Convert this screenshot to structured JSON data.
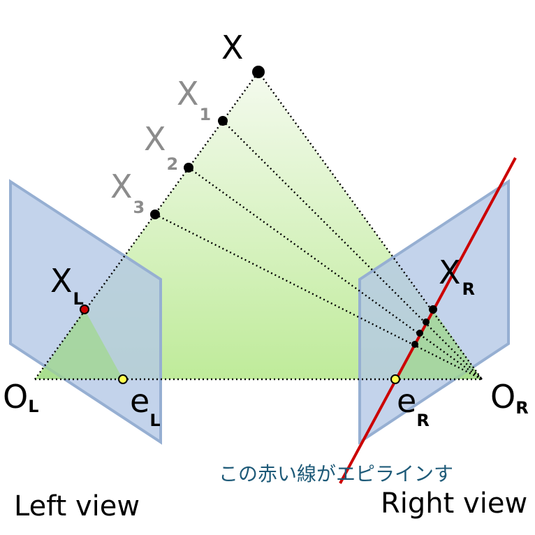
{
  "labels": {
    "X": "X",
    "X1": {
      "main": "X",
      "sub": "1"
    },
    "X2": {
      "main": "X",
      "sub": "2"
    },
    "X3": {
      "main": "X",
      "sub": "3"
    },
    "XL": {
      "main": "X",
      "sub": "L"
    },
    "XR": {
      "main": "X",
      "sub": "R"
    },
    "OL": {
      "main": "O",
      "sub": "L"
    },
    "OR": {
      "main": "O",
      "sub": "R"
    },
    "eL": {
      "main": "e",
      "sub": "L"
    },
    "eR": {
      "main": "e",
      "sub": "R"
    }
  },
  "captions": {
    "left_view": "Left view",
    "right_view": "Right view",
    "epipolar_note": "この赤い線がエピラインす"
  },
  "colors": {
    "plane_fill": "#b4c8e6",
    "plane_stroke": "#96afd2",
    "triangle_top": "#f0f8ea",
    "triangle_bottom": "#c0eb9c",
    "epipolar_line": "#cc0000",
    "point": "#000000",
    "epipole_fill": "#ffff50",
    "grey_label": "#8c8c8c",
    "note_text": "#1e5a78"
  }
}
